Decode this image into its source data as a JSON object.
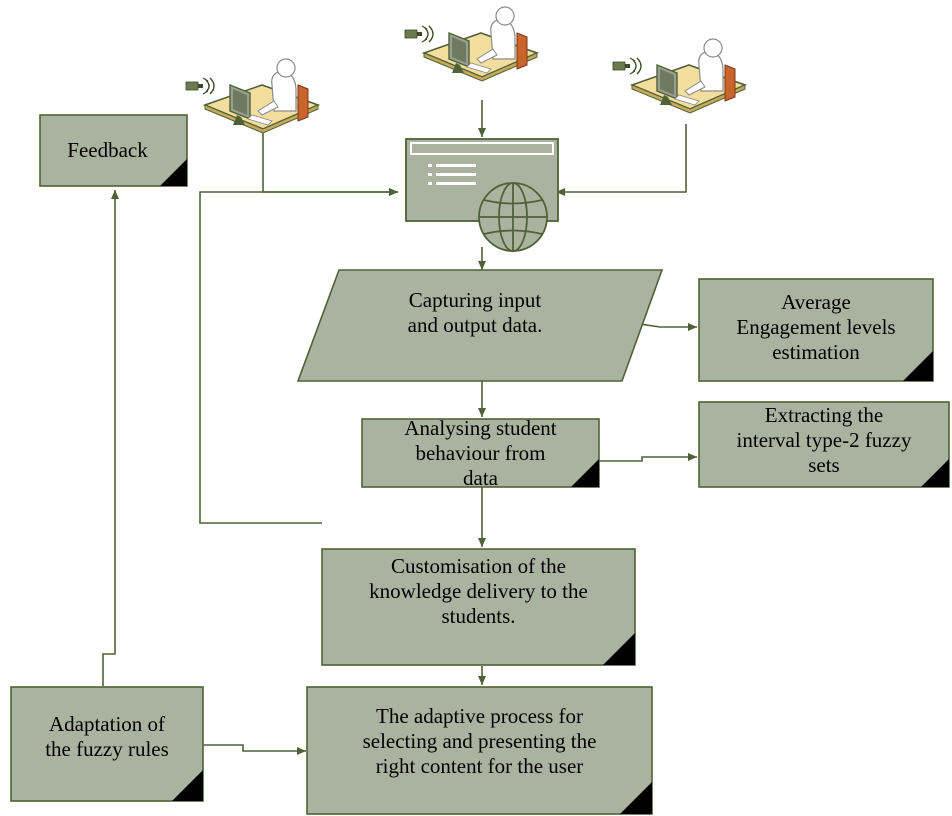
{
  "colors": {
    "box_fill": "#aab3a0",
    "box_stroke": "#4f6236",
    "connector": "#4f6236",
    "desk": "#f3dea0",
    "person": "#ffffff",
    "chair": "#c8642c"
  },
  "icons": {
    "users": [
      "user-at-computer-icon",
      "user-at-computer-icon",
      "user-at-computer-icon"
    ],
    "platform": "web-application-window-icon",
    "globe": "globe-icon"
  },
  "nodes": {
    "feedback": {
      "shape": "note-box",
      "lines": [
        "Feedback"
      ]
    },
    "capturing": {
      "shape": "parallelogram",
      "lines": [
        "Capturing input",
        "and output data."
      ]
    },
    "engagement": {
      "shape": "note-box",
      "lines": [
        "Average",
        "Engagement levels",
        "estimation"
      ]
    },
    "analysing": {
      "shape": "note-box",
      "lines": [
        "Analysing student",
        "behaviour from",
        "data"
      ]
    },
    "extracting": {
      "shape": "note-box",
      "lines": [
        "Extracting the",
        "interval type-2 fuzzy",
        "sets"
      ]
    },
    "customisation": {
      "shape": "note-box",
      "lines": [
        "Customisation of the",
        "knowledge delivery to the",
        "students."
      ]
    },
    "adaptive": {
      "shape": "note-box",
      "lines": [
        "The adaptive process for",
        "selecting and presenting the",
        "right content for the user"
      ]
    },
    "adaptation": {
      "shape": "note-box",
      "lines": [
        "Adaptation of",
        "the fuzzy rules"
      ]
    }
  },
  "edges": [
    {
      "from": "user-1",
      "to": "web-platform"
    },
    {
      "from": "user-2",
      "to": "web-platform"
    },
    {
      "from": "user-3",
      "to": "web-platform"
    },
    {
      "from": "web-platform",
      "to": "capturing"
    },
    {
      "from": "capturing",
      "to": "engagement"
    },
    {
      "from": "capturing",
      "to": "analysing"
    },
    {
      "from": "analysing",
      "to": "extracting"
    },
    {
      "from": "analysing",
      "to": "customisation"
    },
    {
      "from": "customisation",
      "to": "web-platform"
    },
    {
      "from": "customisation",
      "to": "adaptive"
    },
    {
      "from": "adaptation",
      "to": "adaptive"
    },
    {
      "from": "adaptation",
      "to": "feedback"
    }
  ]
}
